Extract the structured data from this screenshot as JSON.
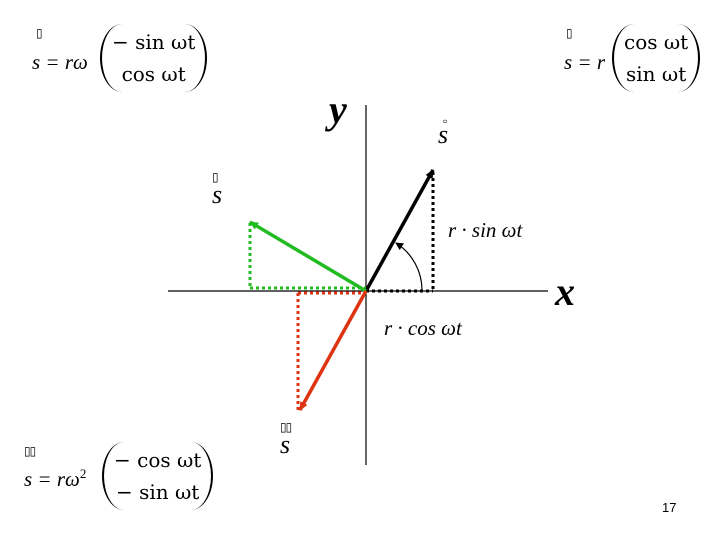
{
  "axes": {
    "x_label": "x",
    "y_label": "y"
  },
  "vectors": {
    "position": {
      "label": "s",
      "color": "#000000"
    },
    "velocity": {
      "label": "s",
      "color": "#22bb22"
    },
    "acceleration": {
      "label": "s",
      "color": "#dd3311"
    }
  },
  "components": {
    "vertical": "r · sin ωt",
    "horizontal": "r · cos ωt"
  },
  "equations": {
    "position": {
      "lhs": "s = r",
      "row1": "cos ωt",
      "row2": "sin ωt"
    },
    "velocity": {
      "lhs": "s = rω",
      "row1": "− sin ωt",
      "row2": "cos ωt"
    },
    "acceleration": {
      "lhs": "s = rω",
      "exp": "2",
      "row1": "− cos ωt",
      "row2": "− sin ωt"
    }
  },
  "page_number": "17"
}
